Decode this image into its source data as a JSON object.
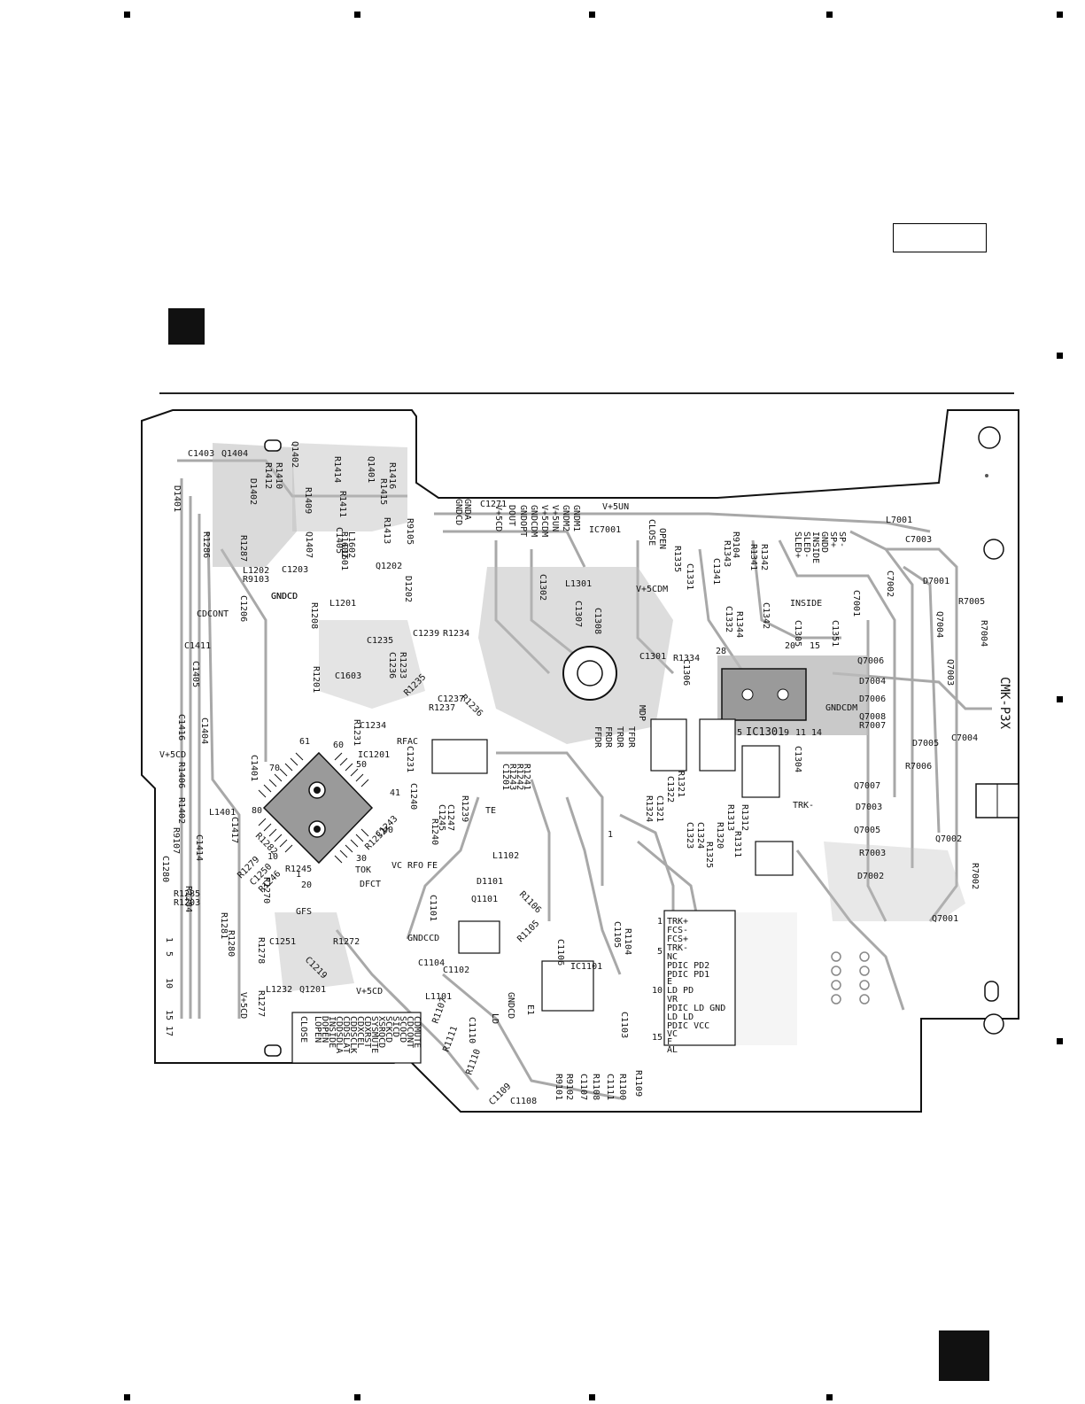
{
  "marks": {
    "board_id": "CMK-P3X",
    "ic_main": "IC1301",
    "ic_motor": "IC7001",
    "ic_rf": "IC1201",
    "ic_pickup": "IC1101"
  },
  "connector_left": {
    "pins": [
      "1",
      "5",
      "10",
      "15",
      "17"
    ],
    "signals": [
      "CDMUTE",
      "CDCONT",
      "SCOCD",
      "SICD",
      "SCKCD",
      "XSRQCD",
      "SYSMUTE",
      "CDXRST",
      "CDXCEL",
      "CDDSCLK",
      "CDDSLAT",
      "CDDSDLA",
      "INSIDE",
      "DOPEN",
      "LOPEN",
      "CLOSE"
    ]
  },
  "connector_right": {
    "pins": [
      "1",
      "5",
      "10",
      "15"
    ],
    "signals": [
      "TRK+",
      "FCS-",
      "FCS+",
      "TRK-",
      "NC",
      "PDIC PD2",
      "PDIC PD1",
      "E",
      "LD PD",
      "VR",
      "PDIC LD GND",
      "LD LD",
      "PDIC VCC",
      "VC",
      "F",
      "AL"
    ]
  },
  "motor_block": {
    "signals": [
      "GNDCD",
      "GNDA",
      "V+5CD",
      "DOUT",
      "GNDOPT",
      "GNDCDM",
      "V+5CDM",
      "V+5UN",
      "GNDM2",
      "GNDM1",
      "CLOSE",
      "OPEN",
      "SLED+",
      "SLED-",
      "INSIDE",
      "GNDD",
      "SP+",
      "SP-"
    ]
  },
  "labels": {
    "power": [
      "V+5CD",
      "V+5UN",
      "V+5CDM",
      "GNDCD",
      "GNDCDM",
      "GNDCCD",
      "V+5CD"
    ],
    "nets": [
      "RFAC",
      "TE",
      "FE",
      "RFO",
      "VC",
      "DFCT",
      "GFS",
      "TOK",
      "MDP",
      "FFDR",
      "TFDR",
      "TRDR",
      "FRDR",
      "TRK-",
      "INSIDE",
      "CDCONT"
    ],
    "components_left": [
      "C1403",
      "Q1404",
      "Q1402",
      "D1401",
      "R1286",
      "R1287",
      "R1410",
      "R1412",
      "D1402",
      "R1409",
      "R1414",
      "R1411",
      "Q1401",
      "R1416",
      "R1415",
      "R1413",
      "R9105",
      "C1405",
      "Q1407",
      "L1202",
      "R9103",
      "C1203",
      "GNDCD",
      "C1206",
      "C1411",
      "C1405",
      "C1416",
      "L1401",
      "C1401",
      "C1404",
      "R1406",
      "R1402",
      "R9107",
      "C1280",
      "C1417",
      "C1414",
      "R1203",
      "R1285",
      "R1284",
      "R1281",
      "R1280",
      "R1278",
      "R1277",
      "V+5CD",
      "L1232",
      "Q1201",
      "R1270",
      "R1272",
      "C1251",
      "C1219",
      "R1245",
      "R1282",
      "R1279",
      "C1250",
      "R1246"
    ],
    "components_mid": [
      "C1271",
      "Q1202",
      "D1202",
      "R1602",
      "L1602",
      "R1208",
      "L1201",
      "C1601",
      "C1603",
      "C1235",
      "R1201",
      "C1236",
      "R1233",
      "C1239",
      "R1234",
      "R1237",
      "C1237",
      "R1236",
      "R1231",
      "C1234",
      "R1235",
      "C1231",
      "C1240",
      "C1245",
      "R1239",
      "C1247",
      "R1240",
      "R1241",
      "R1242",
      "R1243",
      "C1201",
      "C1243",
      "R1232",
      "R1104",
      "C1105",
      "C1106",
      "R1105",
      "R1106",
      "D1101",
      "Q1101",
      "C1104",
      "C1102",
      "L1101",
      "C1101",
      "R1107",
      "C1110",
      "R1111",
      "R1110",
      "C1109",
      "C1108",
      "R9101",
      "R9102",
      "C1107",
      "R1108",
      "R1109",
      "R1100",
      "C1111",
      "C1103",
      "L1102",
      "GNDCD",
      "LD",
      "E1"
    ],
    "components_right": [
      "L1301",
      "C1302",
      "C1307",
      "C1308",
      "C1301",
      "R1334",
      "C1305",
      "C1306",
      "C1304",
      "R1321",
      "C1322",
      "R1325",
      "R1320",
      "C1324",
      "C1323",
      "R1312",
      "R1311",
      "R1313",
      "C1321",
      "R1324",
      "R1335",
      "C1331",
      "C1341",
      "C1342",
      "C1332",
      "R1344",
      "R1343",
      "R1341",
      "R1342",
      "R9104",
      "C1351",
      "L7001",
      "C7003",
      "C7002",
      "C7001",
      "Q7006",
      "D7004",
      "D7006",
      "Q7008",
      "R7007",
      "D7005",
      "R7006",
      "Q7007",
      "D7003",
      "Q7005",
      "R7003",
      "D7002",
      "Q7001",
      "Q7002",
      "R7002",
      "R7005",
      "R7004",
      "Q7004",
      "Q7003",
      "C7004",
      "D7001"
    ]
  },
  "pin_numbers_qfp": [
    "1",
    "10",
    "20",
    "30",
    "40",
    "41",
    "50",
    "60",
    "61",
    "70",
    "80"
  ],
  "pin_numbers_ic1301": [
    "1",
    "5",
    "9",
    "11",
    "14",
    "15",
    "20",
    "28"
  ],
  "colors": {
    "copper": "#b9b9b9",
    "trace": "#9c9c9c",
    "ink": "#111111",
    "board_bg": "#ffffff"
  }
}
